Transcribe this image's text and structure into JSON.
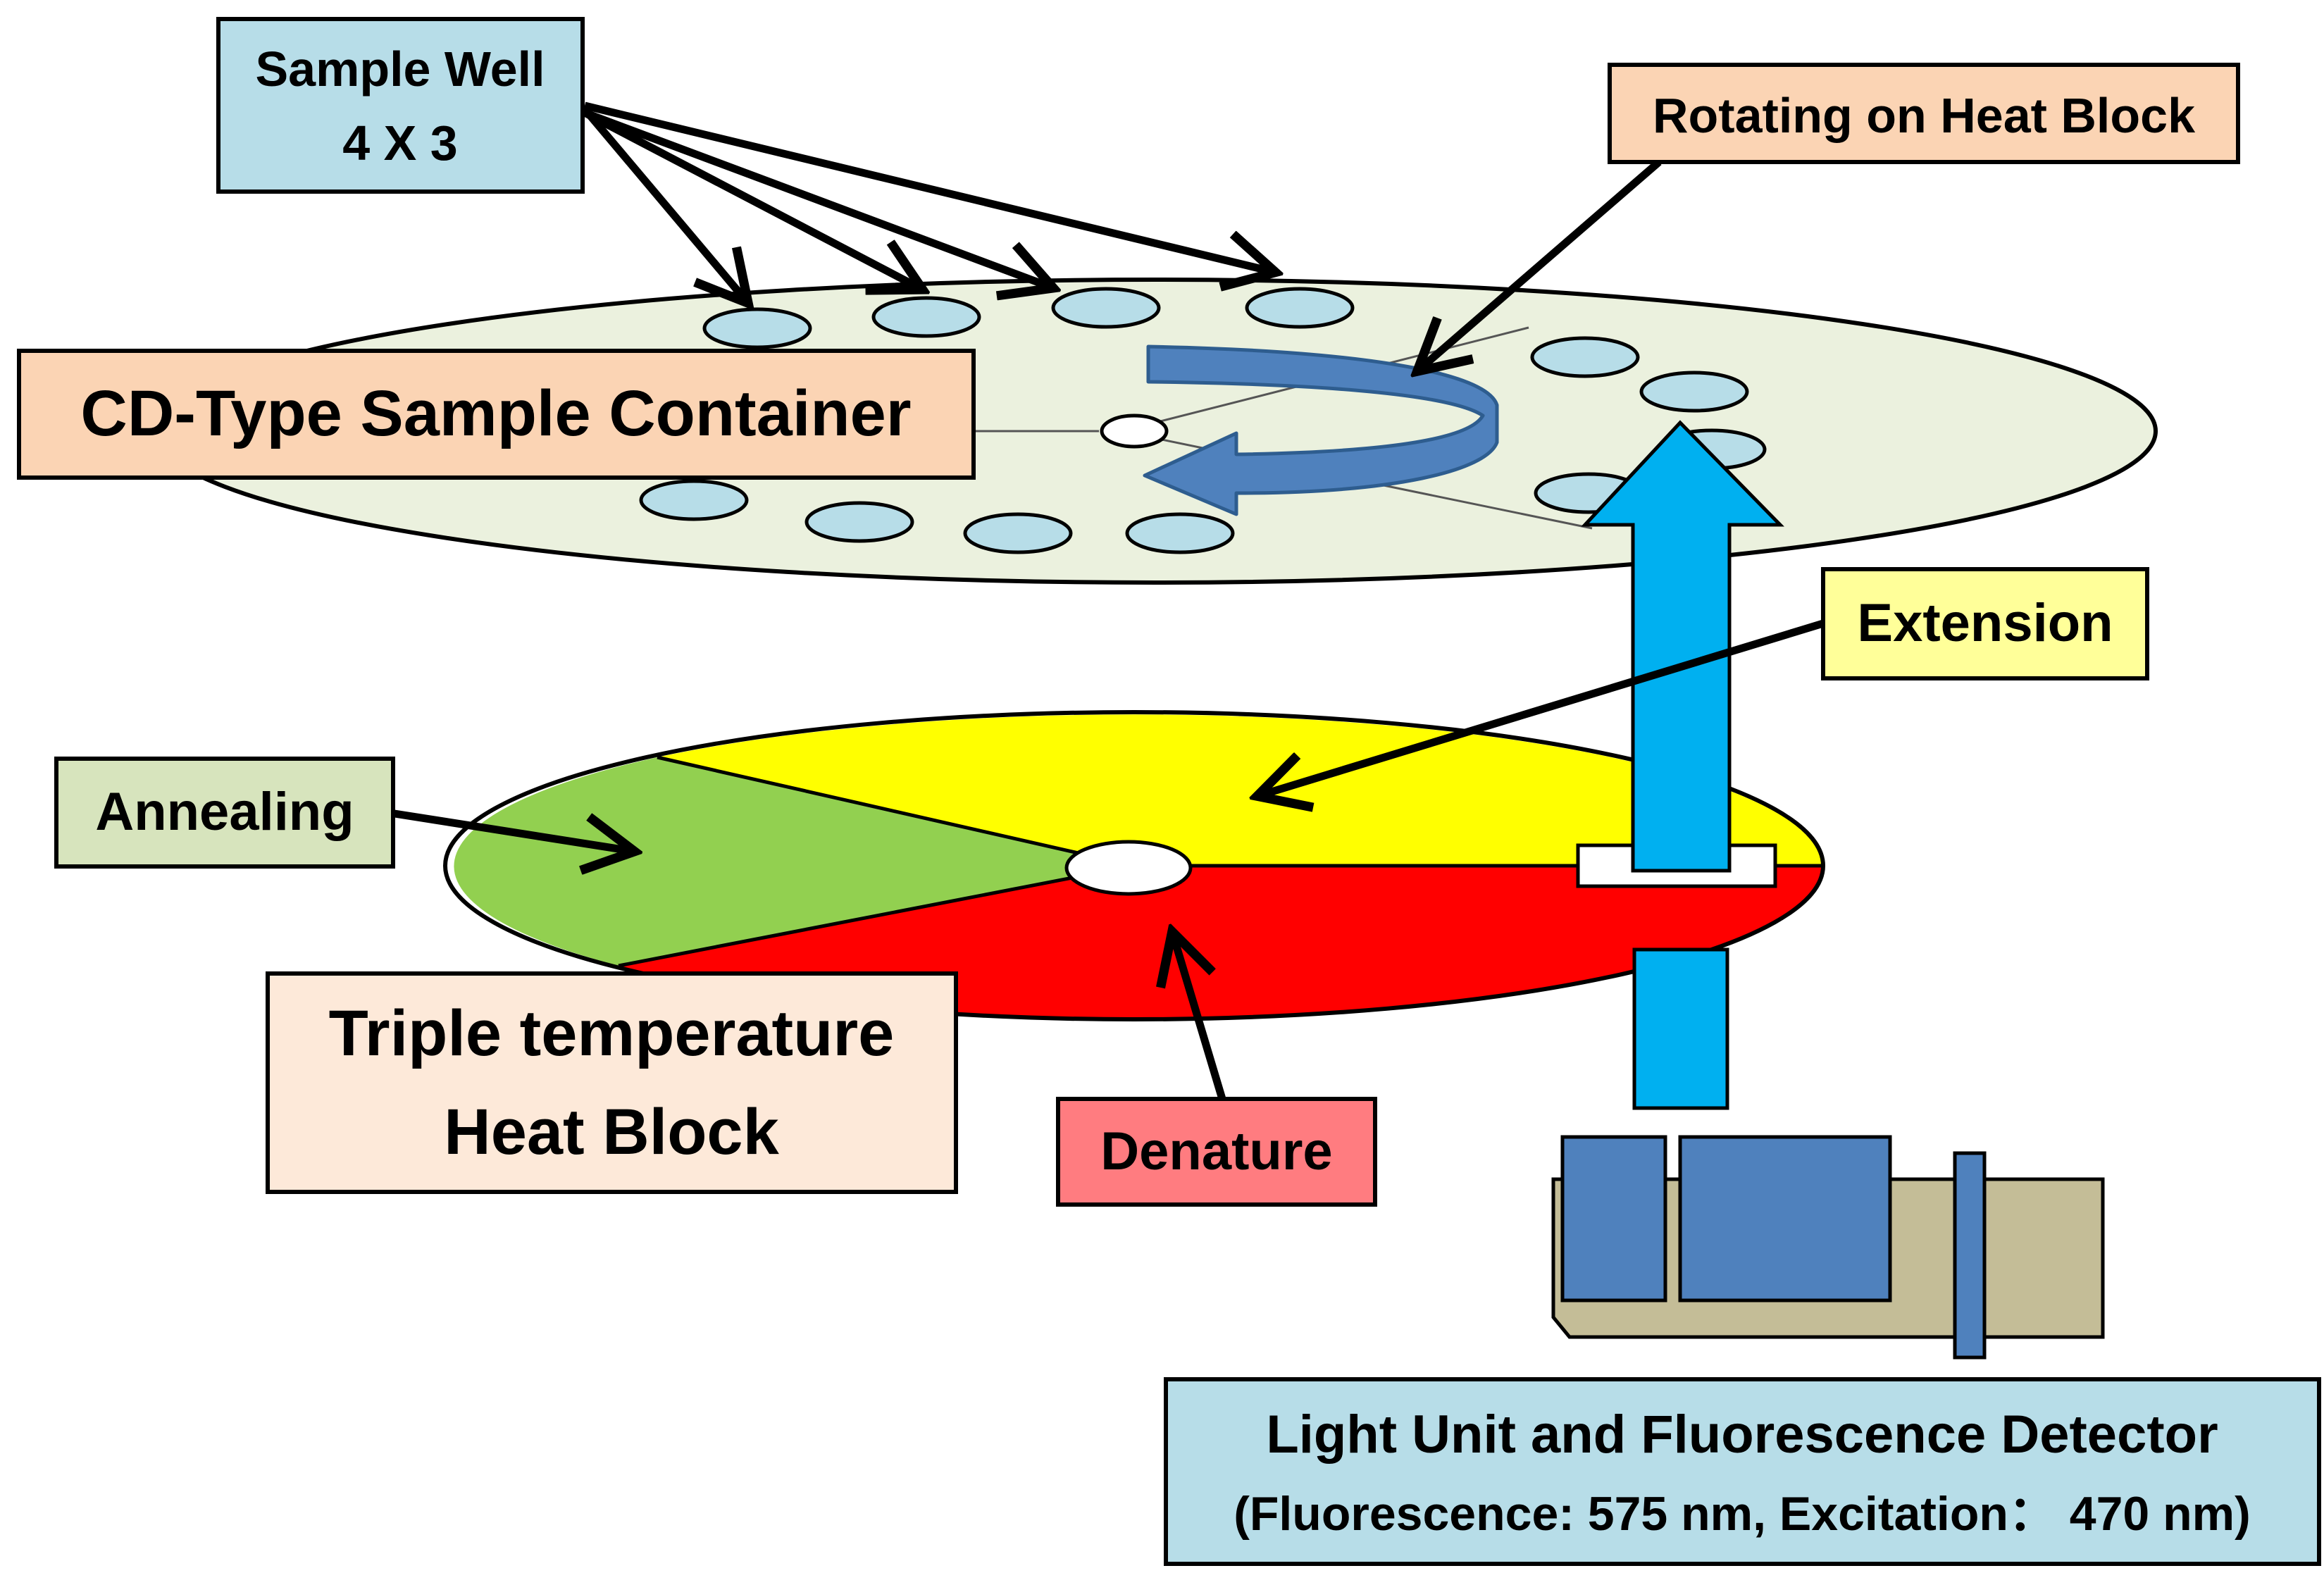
{
  "labels": {
    "sample_well": [
      "Sample Well",
      "4 X 3"
    ],
    "rotating": "Rotating on Heat Block",
    "cd_container": "CD-Type Sample Container",
    "extension": "Extension",
    "annealing": "Annealing",
    "heat_block": [
      "Triple temperature",
      "Heat Block"
    ],
    "denature": "Denature",
    "light_unit": [
      "Light Unit and Fluorescence Detector",
      "(Fluorescence: 575 nm, Excitation： 470 nm)"
    ]
  },
  "colors": {
    "sample_well_box": "#b7dde8",
    "rotating_box": "#fbd4b4",
    "cd_container_box": "#fbd4b4",
    "extension_box": "#ffff99",
    "annealing_box": "#d7e4bd",
    "heat_block_box": "#fde9d9",
    "denature_box": "#ff7c80",
    "light_unit_box": "#b7dde8",
    "cd_disc": "#ebf1de",
    "well": "#b7dde8",
    "rotation_arrow": "#4f81bd",
    "annealing_zone": "#92d050",
    "extension_zone": "#ffff00",
    "denature_zone": "#ff0000",
    "light_beam": "#00b0f0",
    "detector_body": "#4f81bd",
    "detector_base": "#c4bd97"
  }
}
